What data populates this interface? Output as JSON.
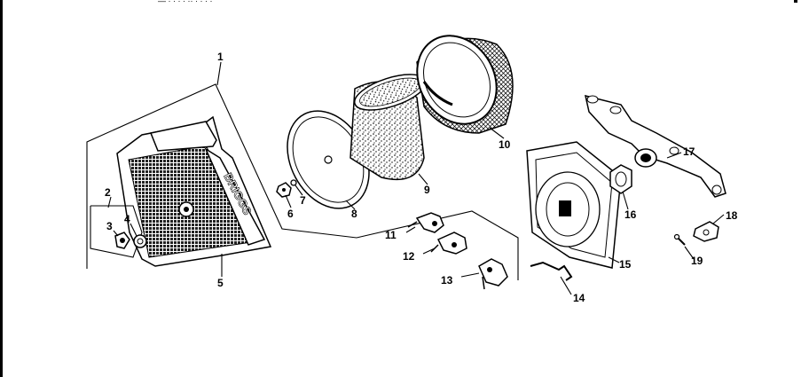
{
  "header": {
    "text": "— ·  ·  ·  · ·· ·  ·  ·  ·"
  },
  "brand_mark": "BRIGGS",
  "callouts": [
    {
      "id": "1",
      "label": "1"
    },
    {
      "id": "2",
      "label": "2"
    },
    {
      "id": "3",
      "label": "3"
    },
    {
      "id": "4",
      "label": "4"
    },
    {
      "id": "5",
      "label": "5"
    },
    {
      "id": "6",
      "label": "6"
    },
    {
      "id": "7",
      "label": "7"
    },
    {
      "id": "8",
      "label": "8"
    },
    {
      "id": "9",
      "label": "9"
    },
    {
      "id": "10",
      "label": "10"
    },
    {
      "id": "11",
      "label": "11"
    },
    {
      "id": "12",
      "label": "12"
    },
    {
      "id": "13",
      "label": "13"
    },
    {
      "id": "14",
      "label": "14"
    },
    {
      "id": "15",
      "label": "15"
    },
    {
      "id": "16",
      "label": "16"
    },
    {
      "id": "17",
      "label": "17"
    },
    {
      "id": "18",
      "label": "18"
    },
    {
      "id": "19",
      "label": "19"
    }
  ]
}
